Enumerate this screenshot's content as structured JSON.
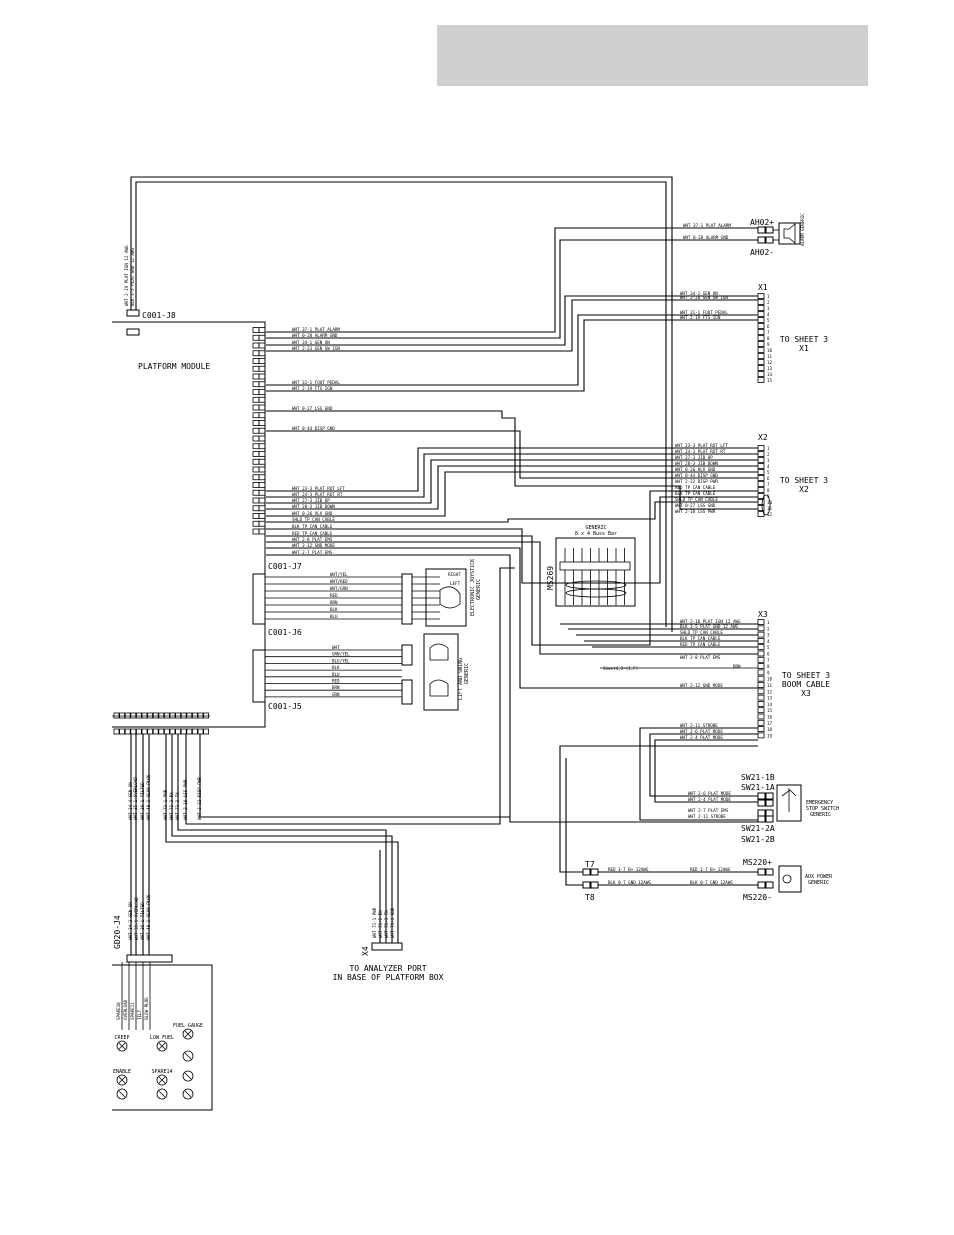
{
  "labels": {
    "c001_j8": "C001-J8",
    "platform_module": "PLATFORM MODULE",
    "c001_j7": "C001-J7",
    "c001_j6": "C001-J6",
    "c001_j5": "C001-J5",
    "gd20_j4": "GD20-J4",
    "x4": "X4",
    "analyzer_port": [
      "TO ANALYZER PORT",
      "IN BASE OF PLATFORM BOX"
    ],
    "ah02_plus": "AH02+",
    "ah02_minus": "AH02-",
    "alarm_device": "ALARM GENERIC",
    "x1": "X1",
    "to_sheet3_x1": [
      "TO SHEET 3",
      "X1"
    ],
    "x2": "X2",
    "to_sheet3_x2": [
      "TO SHEET 3",
      "X2"
    ],
    "x3": "X3",
    "to_sheet3_x3": [
      "TO SHEET 3",
      "BOOM CABLE",
      "X3"
    ],
    "ms269": "MS269",
    "generic_box": [
      "GENERIC",
      "8 x 4 Buss Bar"
    ],
    "joystick": [
      "ELECTRONIC JOYSTICK",
      "GENERIC"
    ],
    "joystick_marks": [
      "RIGHT",
      "LEFT"
    ],
    "lift_switch": [
      "LIFT AND SWING",
      "GENERIC"
    ],
    "sw21_1b": "SW21-1B",
    "sw21_1a": "SW21-1A",
    "sw21_2a": "SW21-2A",
    "sw21_2b": "SW21-2B",
    "estop": [
      "EMERGENCY",
      "STOP SWITCH",
      "GENERIC"
    ],
    "t7": "T7",
    "t8": "T8",
    "ms220_plus": "MS220+",
    "ms220_minus": "MS220-",
    "aux_power": [
      "AUX POWER",
      "GENERIC"
    ],
    "sheet4_ref": "Sheet4,3-(1,F)",
    "lamps": [
      "CREEP",
      "LOW FUEL",
      "FUEL GAUGE",
      "ENABLE",
      "SPARE14"
    ]
  },
  "j8_wires": [
    "WHT 2-19 PLAT IGN 12 AWG",
    "BLK 3-5 PLAT GND 12 AWG"
  ],
  "platform_wires": [
    "WHT 37-1 PLAT ALARM",
    "WHT 0-28 ALARM GND",
    "WHT 34-1 GEN ON",
    "WHT 2-23 GEN SW IGN",
    "WHT 31-1 FOOT PEDAL",
    "WHT 2-19 FTS IGN",
    "WHT 0-27 LSS GND",
    "WHT 0-44 DISP GND",
    "WHT 23-3 PLAT ROT LFT",
    "WHT 24-3 PLAT ROT RT",
    "WHT 27-3 JIB UP",
    "WHT 28-3 JIB DOWN",
    "WHT 0-26 VLV GND",
    "SHLD TP CAN CABLE",
    "BLK TP CAN CABLE",
    "RED TP CAN CABLE",
    "WHT 2-8 PLAT EMS",
    "WHT 2-12 GND MODE",
    "WHT 2-7 PLAT EMS"
  ],
  "alarm_wires": [
    "WHT 37-1 PLAT ALARM",
    "WHT 0-28 ALARM GND"
  ],
  "x1_wires": [
    "WHT 34-1 GEN ON",
    "WHT 2-20 GEN SW IGN",
    "WHT 31-1 FOOT PEDAL",
    "WHT 2-19 FTS IGN"
  ],
  "x2_wires": [
    "WHT 23-3 PLAT ROT LFT",
    "WHT 24-3 PLAT ROT RT",
    "WHT 27-3 JIB UP",
    "WHT 28-3 JIB DOWN",
    "WHT 0-26 VLV GND",
    "WHT 0-44 DISP GND",
    "WHT 2-22 DISP PWR",
    "RED TP CAN CABLE",
    "BLK TP CAN CABLE",
    "SHLD TP CAN CABLE",
    "WHT 0-27 LSS GND",
    "WHT 2-18 LSS PWR"
  ],
  "x3_wires": [
    "WHT 2-18 PLAT IGN 12 AWG",
    "BLK 3-5 PLAT GND 12 AWG",
    "SHLD TP CAN CABLE",
    "BLK TP CAN CABLE",
    "RED TP CAN CABLE",
    "WHT 2-8 PLAT EMS",
    "WHT 2-12 GND MODE",
    "WHT 2-11 STROBE",
    "WHT 2-6 PLAT MODE",
    "WHT 2-4 PLAT MODE"
  ],
  "x3_short": "BRN",
  "sw_wires": [
    "WHT 2-6 PLAT MODE",
    "WHT 2-4 PLAT MODE",
    "WHT 2-7 PLAT EMS",
    "WHT 2-11 STROBE"
  ],
  "aux_wires_left": [
    "RED 1-7 B+ 12AWG",
    "BLK 0-7 GND 12AWG"
  ],
  "aux_wires_right": [
    "RED 1-7 B+ 12AWG",
    "BLK 0-7 GND 12AWG"
  ],
  "j7_colors": [
    "WHT/YEL",
    "WHT/RED",
    "WHT/GRN",
    "RED",
    "BRN",
    "BLK",
    "BLU"
  ],
  "j6_colors": [
    "WHT",
    "GRN/YEL",
    "BLU/YEL",
    "BLK",
    "BLU",
    "RED",
    "BRN",
    "GRN"
  ],
  "bottom_wires": [
    "WHT 34-4 GEN ON",
    "WHT 35-1 OVERLOAD",
    "WHT 36-1 TILTED",
    "WHT 48-1 GLOW PLUG",
    "WHT 71-1 PWR",
    "WHT 71-2 RX",
    "WHT 71-3 TX",
    "WHT 2-18 LSS PWR",
    "WHT 2-22 DISP PWR"
  ],
  "gd20_wires": [
    "WHT 34-2 GEN ON",
    "WHT 35-1 OVERLOAD",
    "WHT 36-1 TILTED",
    "WHT 48-1 GLOW PLUG"
  ],
  "x4_wires": [
    "WHT 71-1 PWR",
    "WHT 71-2 RX",
    "WHT 71-3 TX",
    "WHT 71-4 GND"
  ],
  "gd20_pins": [
    "SPARE10",
    "OVERLOAD",
    "SPARE11",
    "TILT",
    "GLOW PLUG"
  ]
}
